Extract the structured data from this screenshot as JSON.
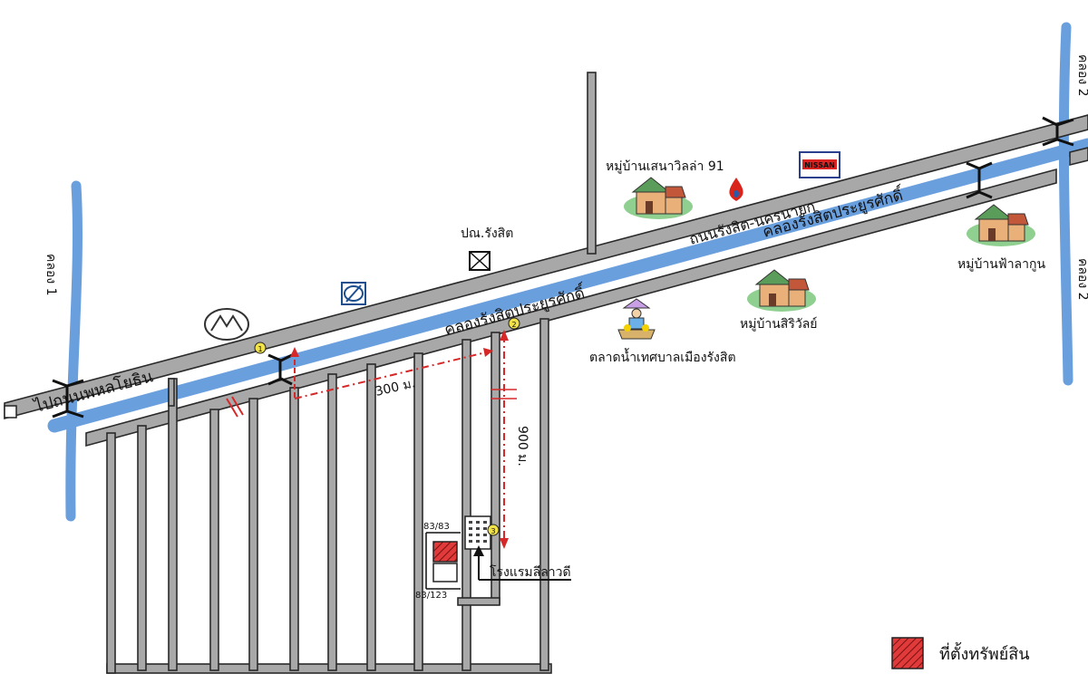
{
  "map": {
    "roads": {
      "main_road": "ถนนรังสิต-นครนายก",
      "phahonyothin": "ไปถนนพหลโยธิน"
    },
    "canals": {
      "main_canal_upper": "คลองรังสิตประยูรศักดิ์",
      "main_canal_lower": "คลองรังสิตประยูรศักดิ์",
      "klong1": "คลอง 1",
      "klong2_top": "คลอง 2",
      "klong2_bottom": "คลอง 2"
    },
    "landmarks": {
      "village_senavilla": "หมู่บ้านเสนาวิลล่า 91",
      "village_fah_lakun": "หมู่บ้านฟ้าลากูน",
      "village_siriwan": "หมู่บ้านสิริวัลย์",
      "floating_market": "ตลาดน้ำเทศบาลเมืองรังสิต",
      "post_office": "ปณ.รังสิต",
      "hotel": "โรงแรมลีลาวดี"
    },
    "brands": {
      "nissan": "NISSAN"
    },
    "distances": {
      "d300": "300 ม.",
      "d900": "900 ม."
    },
    "markers": [
      "1",
      "2",
      "3"
    ],
    "plot_labels": {
      "upper": "83/83",
      "lower": "83/123"
    },
    "legend": {
      "property": "ที่ตั้งทรัพย์สิน"
    },
    "colors": {
      "canal": "#6a9fde",
      "road_fill": "#a8a8a8",
      "property": "#e03a3a",
      "distance_line": "#d62828",
      "marker": "#f1e24a"
    },
    "icons": [
      "mazda-logo-icon",
      "ptt-logo-icon",
      "post-office-icon",
      "petrol-drop-icon",
      "nissan-logo-icon",
      "house-icon",
      "market-vendor-icon",
      "bridge-icon",
      "hotel-building-icon",
      "north-arrow-icon"
    ]
  }
}
